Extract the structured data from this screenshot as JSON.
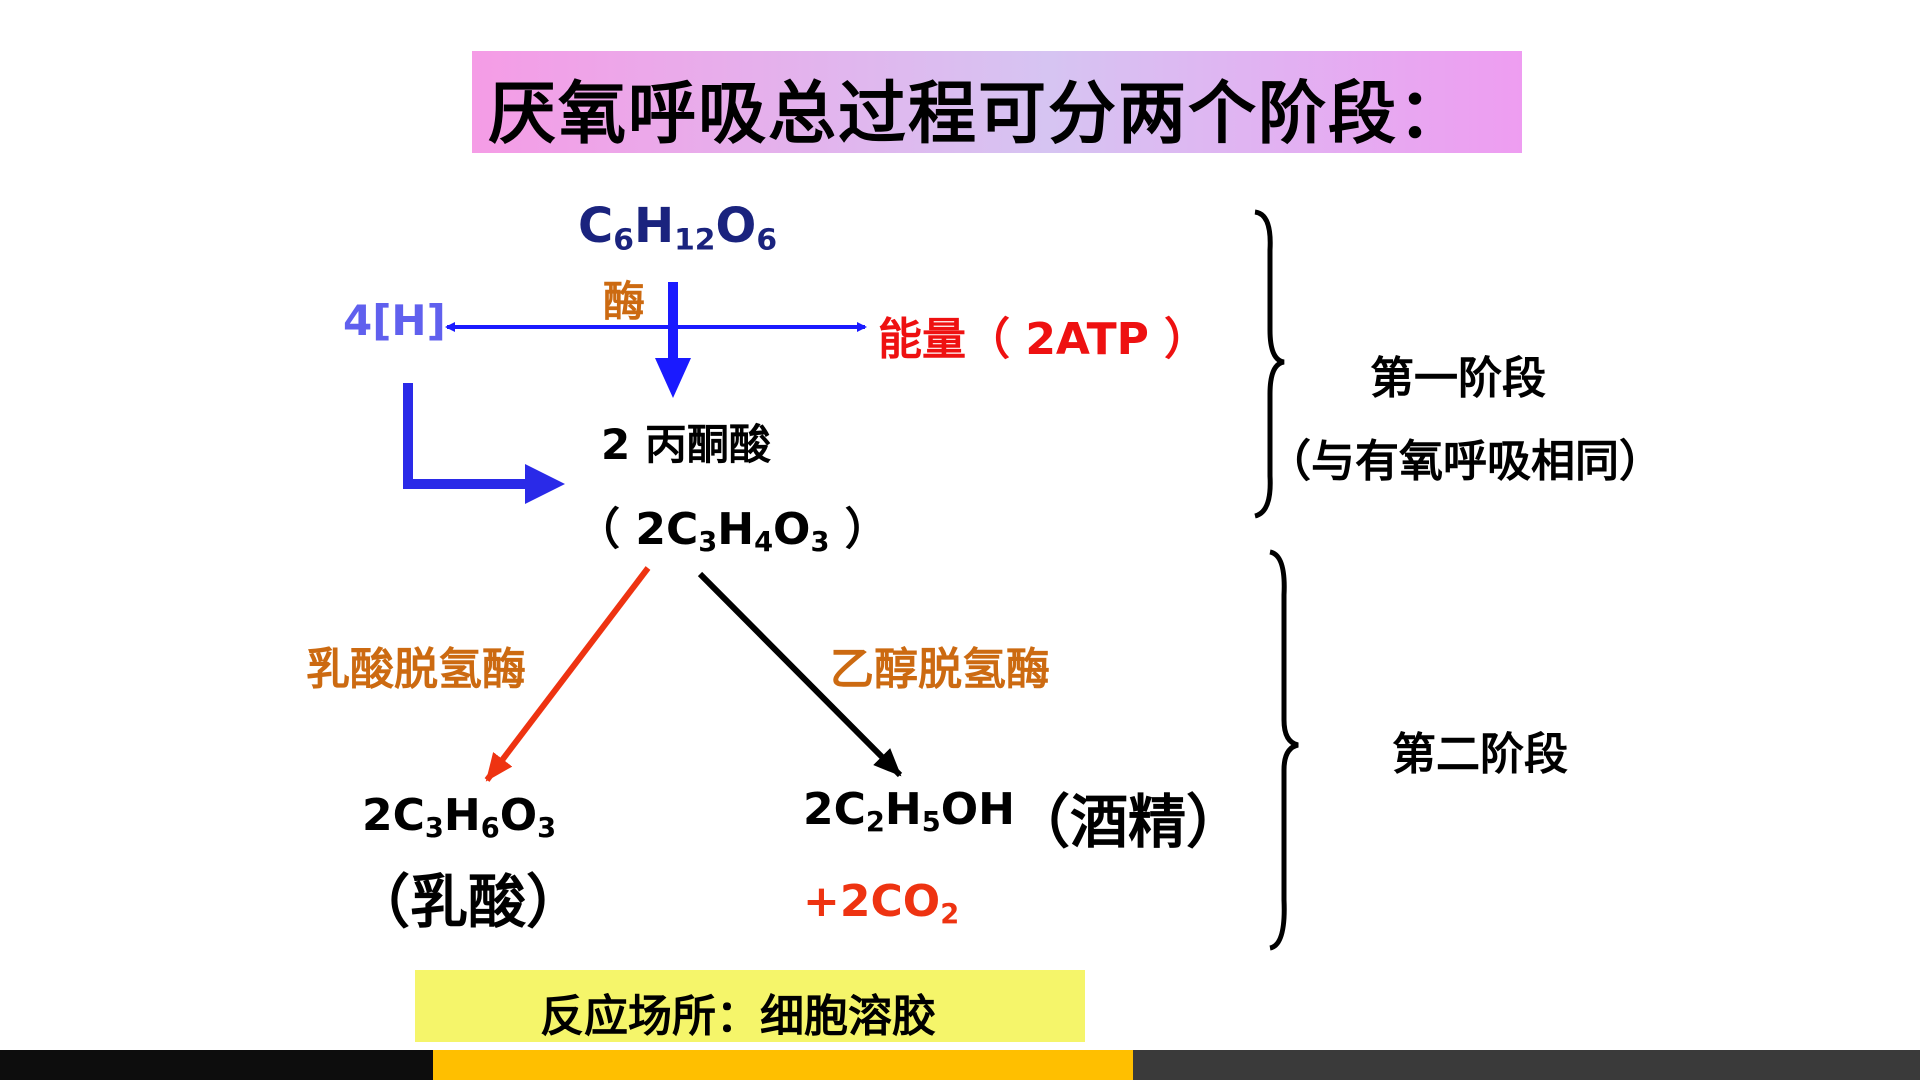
{
  "title": "厌氧呼吸总过程可分两个阶段：",
  "glucose": {
    "c": "C",
    "c_sub": "6",
    "h": "H",
    "h_sub": "12",
    "o": "O",
    "o_sub": "6"
  },
  "enzyme_label": "酶",
  "hydrogen": "4[H]",
  "energy": "能量（ 2ATP ）",
  "pyruvate_name": "2 丙酮酸",
  "pyruvate_formula": {
    "open": "（ ",
    "coef": "2",
    "c": "C",
    "c_sub": "3",
    "h": "H",
    "h_sub": "4",
    "o": "O",
    "o_sub": "3",
    "close": " ）"
  },
  "stage1": {
    "label": "第一阶段",
    "note": "（与有氧呼吸相同）"
  },
  "stage2": {
    "label": "第二阶段"
  },
  "lactate_dehydrogenase": "乳酸脱氢酶",
  "alcohol_dehydrogenase": "乙醇脱氢酶",
  "lactic": {
    "coef": "2",
    "c": "C",
    "c_sub": "3",
    "h": "H",
    "h_sub": "6",
    "o": "O",
    "o_sub": "3",
    "name": "（乳酸）"
  },
  "ethanol": {
    "coef": "2",
    "c": "C",
    "c_sub": "2",
    "h": "H",
    "h_sub": "5",
    "oh": "OH",
    "name": "（酒精）"
  },
  "co2": {
    "prefix": "+2CO",
    "sub": "2"
  },
  "site": "反应场所：细胞溶胶",
  "colors": {
    "arrow_blue": "#1a1aff",
    "arrow_red": "#ee3311",
    "arrow_black": "#000000",
    "enzyme_orange": "#cc6a11",
    "energy_red": "#ee1111"
  }
}
